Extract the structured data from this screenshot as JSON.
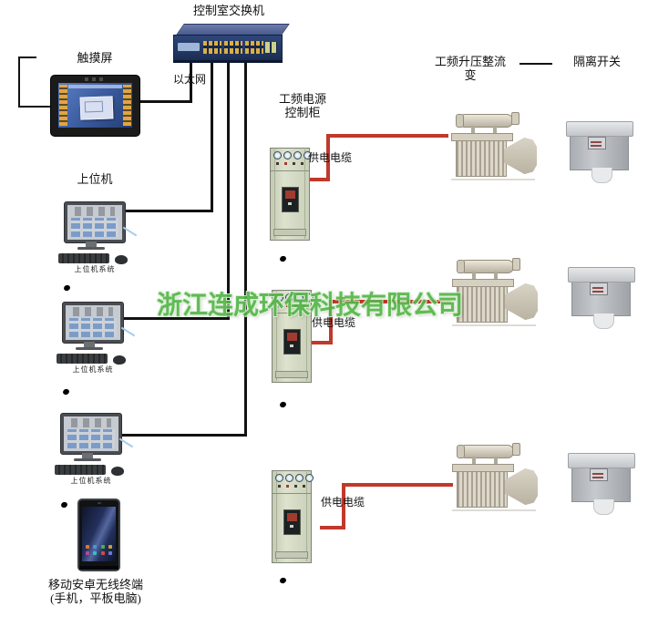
{
  "diagram": {
    "switch": {
      "label": "控制室交换机",
      "ethernet_label": "以太网"
    },
    "touchscreen": {
      "label": "触摸屏"
    },
    "hosts": {
      "label": "上位机",
      "caption": "上位机系统"
    },
    "cabinets": {
      "label_line1": "工频电源",
      "label_line2": "控制柜"
    },
    "cables": {
      "label": "供电电缆"
    },
    "transformers": {
      "label_line1": "工频升压整流",
      "label_line2": "变"
    },
    "isolators": {
      "label": "隔离开关"
    },
    "mobile": {
      "label_line1": "移动安卓无线终端",
      "label_line2": "(手机，平板电脑)"
    },
    "watermark": {
      "text": "浙江连成环保科技有限公司"
    },
    "colors": {
      "connection_line": "#121212",
      "cable_red": "#c0392b",
      "watermark_green": "#54b548"
    }
  }
}
